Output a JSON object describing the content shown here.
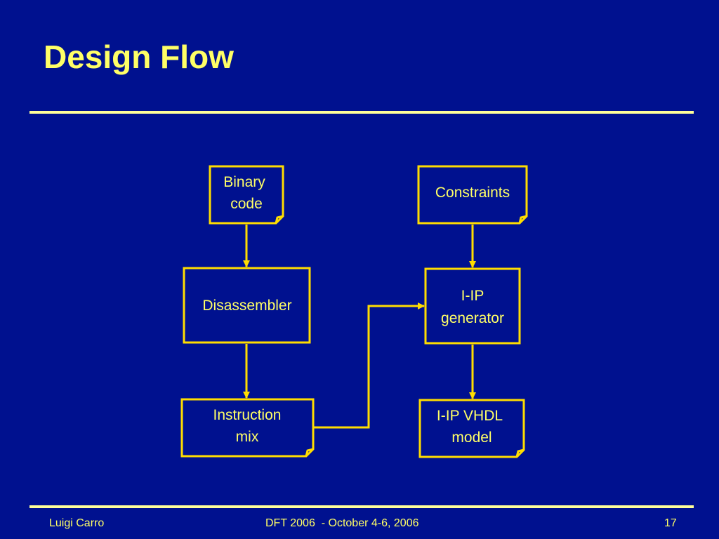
{
  "slide": {
    "title": "Design Flow"
  },
  "diagram": {
    "nodes": {
      "binary_code": [
        "Binary",
        "code"
      ],
      "constraints": [
        "Constraints"
      ],
      "disassembler": [
        "Disassembler"
      ],
      "iip_generator": [
        "I-IP",
        "generator"
      ],
      "instruction_mix": [
        "Instruction",
        "mix"
      ],
      "iip_vhdl_model": [
        "I-IP VHDL",
        "model"
      ]
    }
  },
  "footer": {
    "author": "Luigi Carro",
    "event": "DFT 2006  - October 4-6, 2006",
    "page_number": "17"
  },
  "colors": {
    "background": "#00118f",
    "accent": "#ffff66",
    "line": "#ffdd00",
    "rule": "#ffff99"
  }
}
